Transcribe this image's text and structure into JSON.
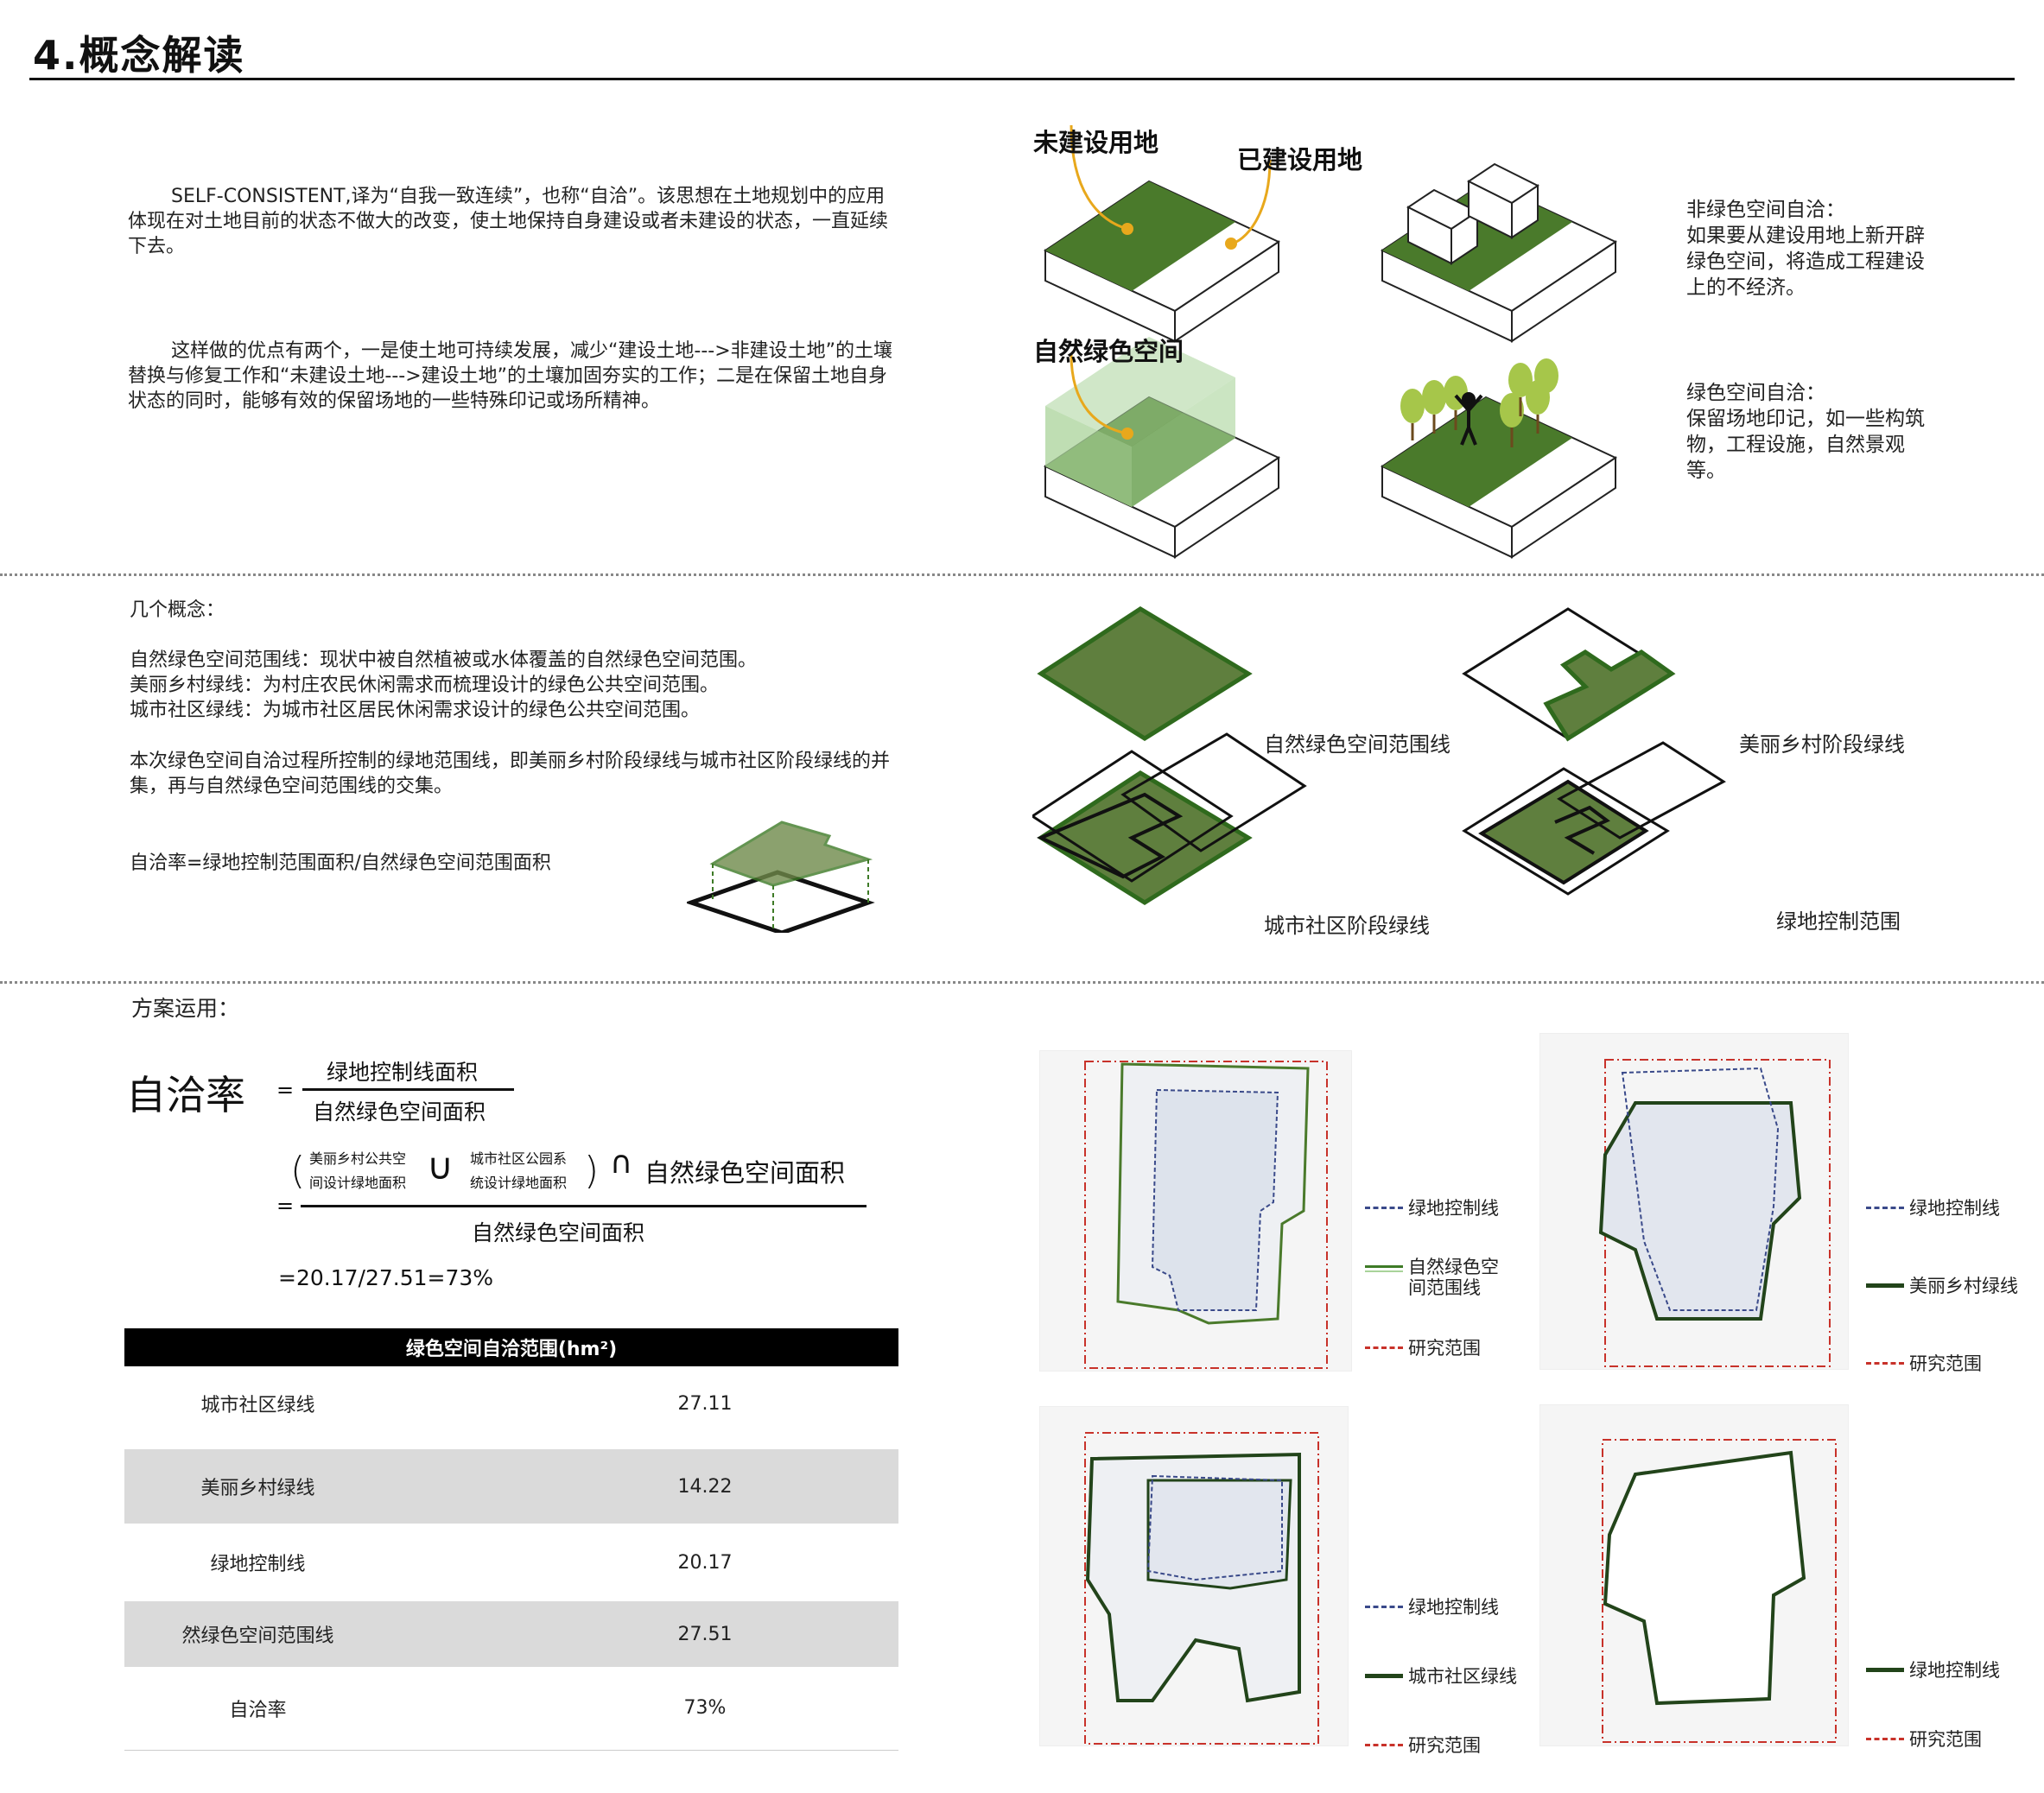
{
  "title": "4.概念解读",
  "intro": {
    "p1": "SELF-CONSISTENT,译为“自我一致连续”，也称“自洽”。该思想在土地规划中的应用体现在对土地目前的状态不做大的改变，使土地保持自身建设或者未建设的状态，一直延续下去。",
    "p2": "这样做的优点有两个，一是使土地可持续发展，减少“建设土地--->非建设土地”的土壤替换与修复工作和“未建设土地--->建设土地”的土壤加固夯实的工作；二是在保留土地自身状态的同时，能够有效的保留场地的一些特殊印记或场所精神。"
  },
  "diagram_top": {
    "label_unbuilt": "未建设用地",
    "label_built": "已建设用地",
    "label_natural": "自然绿色空间",
    "note1_title": "非绿色空间自洽：",
    "note1_body": "如果要从建设用地上新开辟绿色空间，将造成工程建设上的不经济。",
    "note2_title": "绿色空间自洽：",
    "note2_body": "保留场地印记，如一些构筑物，工程设施，自然景观等。"
  },
  "concepts": {
    "heading": "几个概念：",
    "l1": "自然绿色空间范围线：现状中被自然植被或水体覆盖的自然绿色空间范围。",
    "l2": "美丽乡村绿线：为村庄农民休闲需求而梳理设计的绿色公共空间范围。",
    "l3": "城市社区绿线：为城市社区居民休闲需求设计的绿色公共空间范围。",
    "l4": "本次绿色空间自洽过程所控制的绿地范围线，即美丽乡村阶段绿线与城市社区阶段绿线的并集，再与自然绿色空间范围线的交集。",
    "ratio_def": "自洽率=绿地控制范围面积/自然绿色空间范围面积",
    "d1": "自然绿色空间范围线",
    "d2": "美丽乡村阶段绿线",
    "d3": "城市社区阶段绿线",
    "d4": "绿地控制范围"
  },
  "application": {
    "heading": "方案运用：",
    "ratio_label": "自洽率",
    "eq": "=",
    "num1": "绿地控制线面积",
    "den1": "自然绿色空间面积",
    "a1": "美丽乡村公共空",
    "a2": "间设计绿地面积",
    "union": "∪",
    "b1": "城市社区公园系",
    "b2": "统设计绿地面积",
    "lp": "(",
    "rp": ")",
    "inter": "∩",
    "num2_tail": "自然绿色空间面积",
    "den2": "自然绿色空间面积",
    "result": "=20.17/27.51=73%"
  },
  "table": {
    "header": "绿色空间自洽范围(hm²)",
    "rows": [
      {
        "name": "城市社区绿线",
        "value": "27.11"
      },
      {
        "name": "美丽乡村绿线",
        "value": "14.22"
      },
      {
        "name": "绿地控制线",
        "value": "20.17"
      },
      {
        "name": "然绿色空间范围线",
        "value": "27.51"
      },
      {
        "name": "自洽率",
        "value": "73%"
      }
    ]
  },
  "maps": {
    "m1": {
      "l1": "绿地控制线",
      "l2": "自然绿色空间范围线",
      "l3": "研究范围"
    },
    "m2": {
      "l1": "绿地控制线",
      "l2": "美丽乡村绿线",
      "l3": "研究范围"
    },
    "m3": {
      "l1": "绿地控制线",
      "l2": "城市社区绿线",
      "l3": "研究范围"
    },
    "m4": {
      "l1": "绿地控制线",
      "l2": "研究范围"
    }
  },
  "colors": {
    "green": "#4a7a2b",
    "dark_green": "#2f5d1f",
    "olive": "#6f8a4a",
    "light_green": "#a9d39a",
    "blue": "#3a4a8a",
    "red": "#c8322a",
    "yellow": "#e8a81c"
  }
}
